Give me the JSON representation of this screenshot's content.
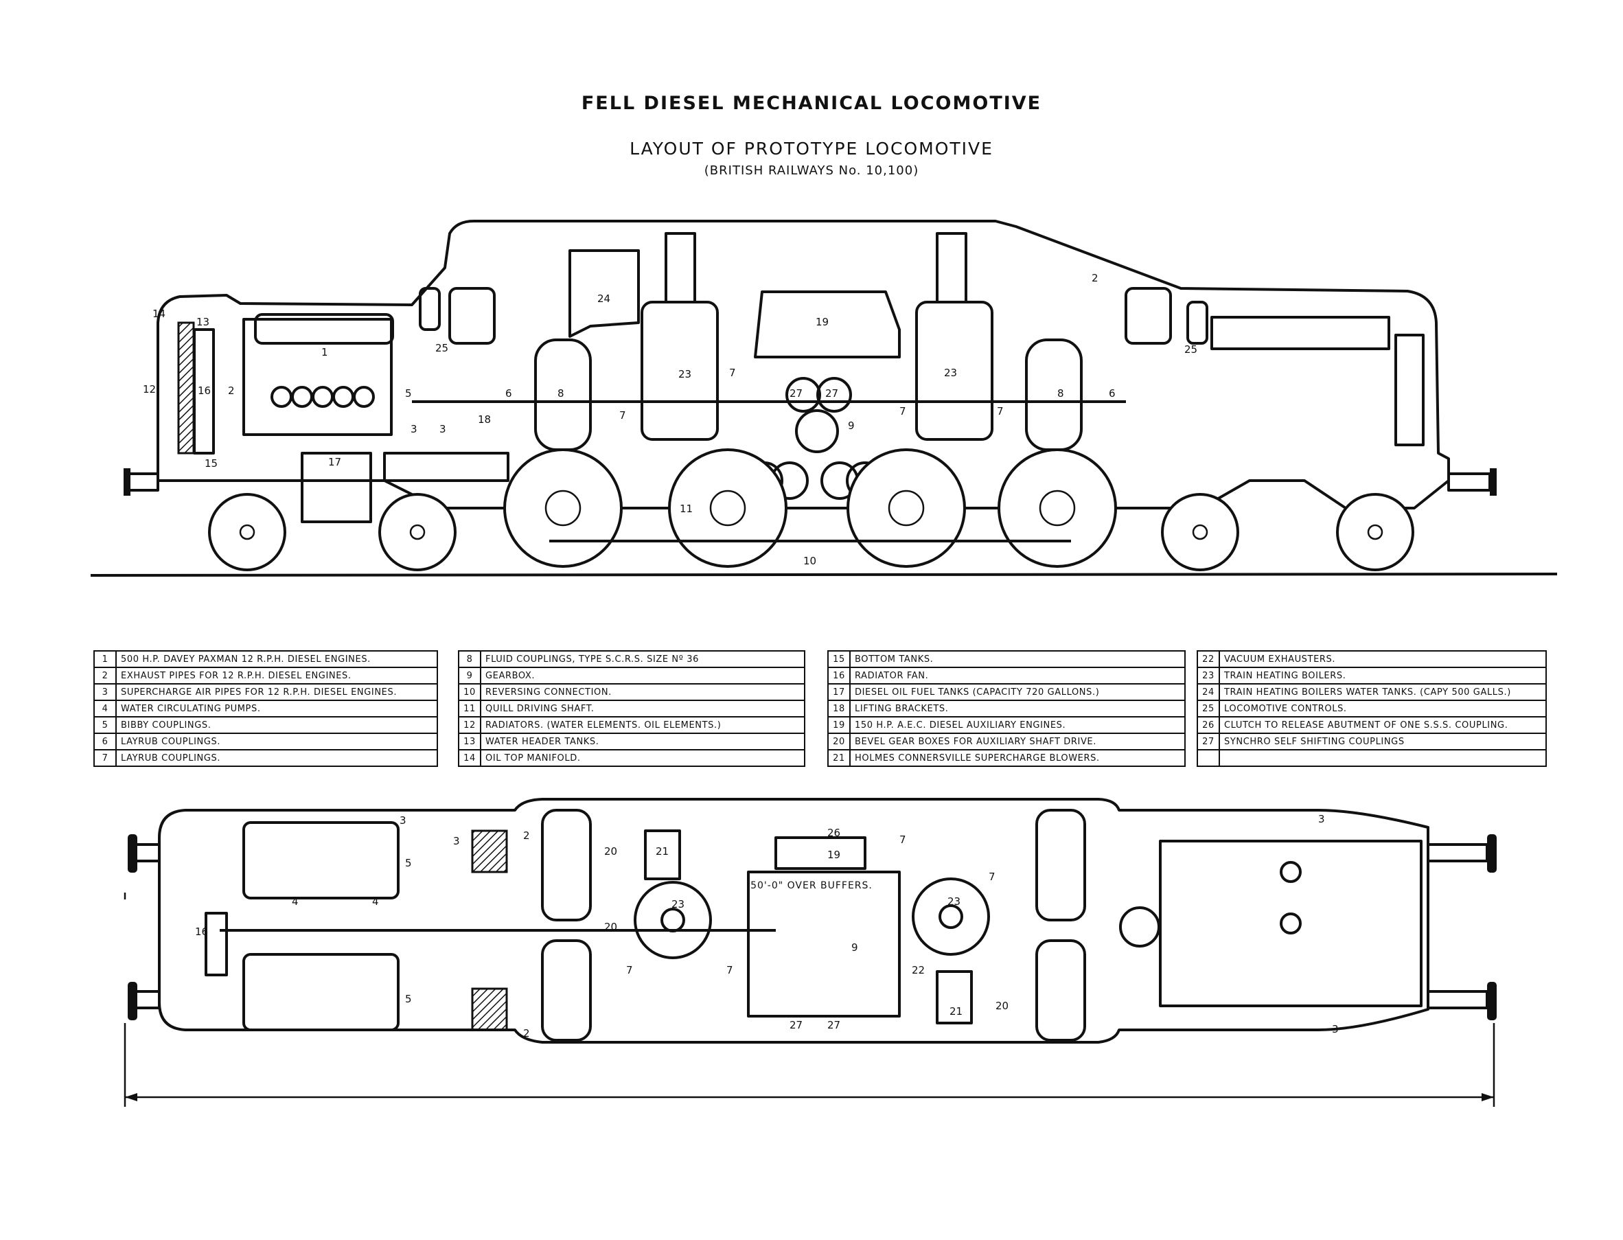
{
  "header": {
    "title": "FELL DIESEL MECHANICAL LOCOMOTIVE",
    "subtitle": "LAYOUT OF PROTOTYPE LOCOMOTIVE",
    "note": "(BRITISH RAILWAYS No. 10,100)"
  },
  "side_callouts": [
    "14",
    "13",
    "12",
    "16",
    "15",
    "2",
    "1",
    "5",
    "25",
    "3",
    "3",
    "18",
    "17",
    "6",
    "8",
    "24",
    "23",
    "7",
    "7",
    "19",
    "27",
    "27",
    "23",
    "7",
    "7",
    "9",
    "8",
    "6",
    "2",
    "25",
    "11",
    "10"
  ],
  "plan_callouts": [
    "3",
    "3",
    "2",
    "5",
    "5",
    "4",
    "4",
    "16",
    "21",
    "26",
    "19",
    "7",
    "7",
    "20",
    "20",
    "23",
    "9",
    "23",
    "7",
    "7",
    "22",
    "21",
    "20",
    "27",
    "27",
    "2",
    "3",
    "3"
  ],
  "legend": [
    [
      {
        "num": "1",
        "text": "500 H.P. DAVEY PAXMAN 12 R.P.H. DIESEL ENGINES."
      },
      {
        "num": "2",
        "text": "EXHAUST PIPES FOR 12 R.P.H. DIESEL ENGINES."
      },
      {
        "num": "3",
        "text": "SUPERCHARGE AIR PIPES FOR 12 R.P.H. DIESEL ENGINES."
      },
      {
        "num": "4",
        "text": "WATER CIRCULATING PUMPS."
      },
      {
        "num": "5",
        "text": "BIBBY COUPLINGS."
      },
      {
        "num": "6",
        "text": "LAYRUB COUPLINGS."
      },
      {
        "num": "7",
        "text": "LAYRUB COUPLINGS."
      }
    ],
    [
      {
        "num": "8",
        "text": "FLUID COUPLINGS, TYPE S.C.R.S.   SIZE Nº 36"
      },
      {
        "num": "9",
        "text": "GEARBOX."
      },
      {
        "num": "10",
        "text": "REVERSING CONNECTION."
      },
      {
        "num": "11",
        "text": "QUILL DRIVING SHAFT."
      },
      {
        "num": "12",
        "text": "RADIATORS.   (WATER ELEMENTS.   OIL ELEMENTS.)"
      },
      {
        "num": "13",
        "text": "WATER HEADER TANKS."
      },
      {
        "num": "14",
        "text": "OIL TOP MANIFOLD."
      }
    ],
    [
      {
        "num": "15",
        "text": "BOTTOM TANKS."
      },
      {
        "num": "16",
        "text": "RADIATOR FAN."
      },
      {
        "num": "17",
        "text": "DIESEL OIL FUEL TANKS   (CAPACITY 720 GALLONS.)"
      },
      {
        "num": "18",
        "text": "LIFTING BRACKETS."
      },
      {
        "num": "19",
        "text": "150 H.P. A.E.C. DIESEL AUXILIARY ENGINES."
      },
      {
        "num": "20",
        "text": "BEVEL GEAR BOXES FOR AUXILIARY SHAFT DRIVE."
      },
      {
        "num": "21",
        "text": "HOLMES CONNERSVILLE SUPERCHARGE BLOWERS."
      }
    ],
    [
      {
        "num": "22",
        "text": "VACUUM EXHAUSTERS."
      },
      {
        "num": "23",
        "text": "TRAIN HEATING BOILERS."
      },
      {
        "num": "24",
        "text": "TRAIN HEATING BOILERS WATER TANKS. (CAPY 500 GALLS.)"
      },
      {
        "num": "25",
        "text": "LOCOMOTIVE CONTROLS."
      },
      {
        "num": "26",
        "text": "CLUTCH TO RELEASE ABUTMENT OF ONE S.S.S. COUPLING."
      },
      {
        "num": "27",
        "text": "SYNCHRO SELF SHIFTING COUPLINGS"
      },
      {
        "num": "",
        "text": ""
      }
    ]
  ],
  "dimension": "50'-0\" OVER BUFFERS."
}
